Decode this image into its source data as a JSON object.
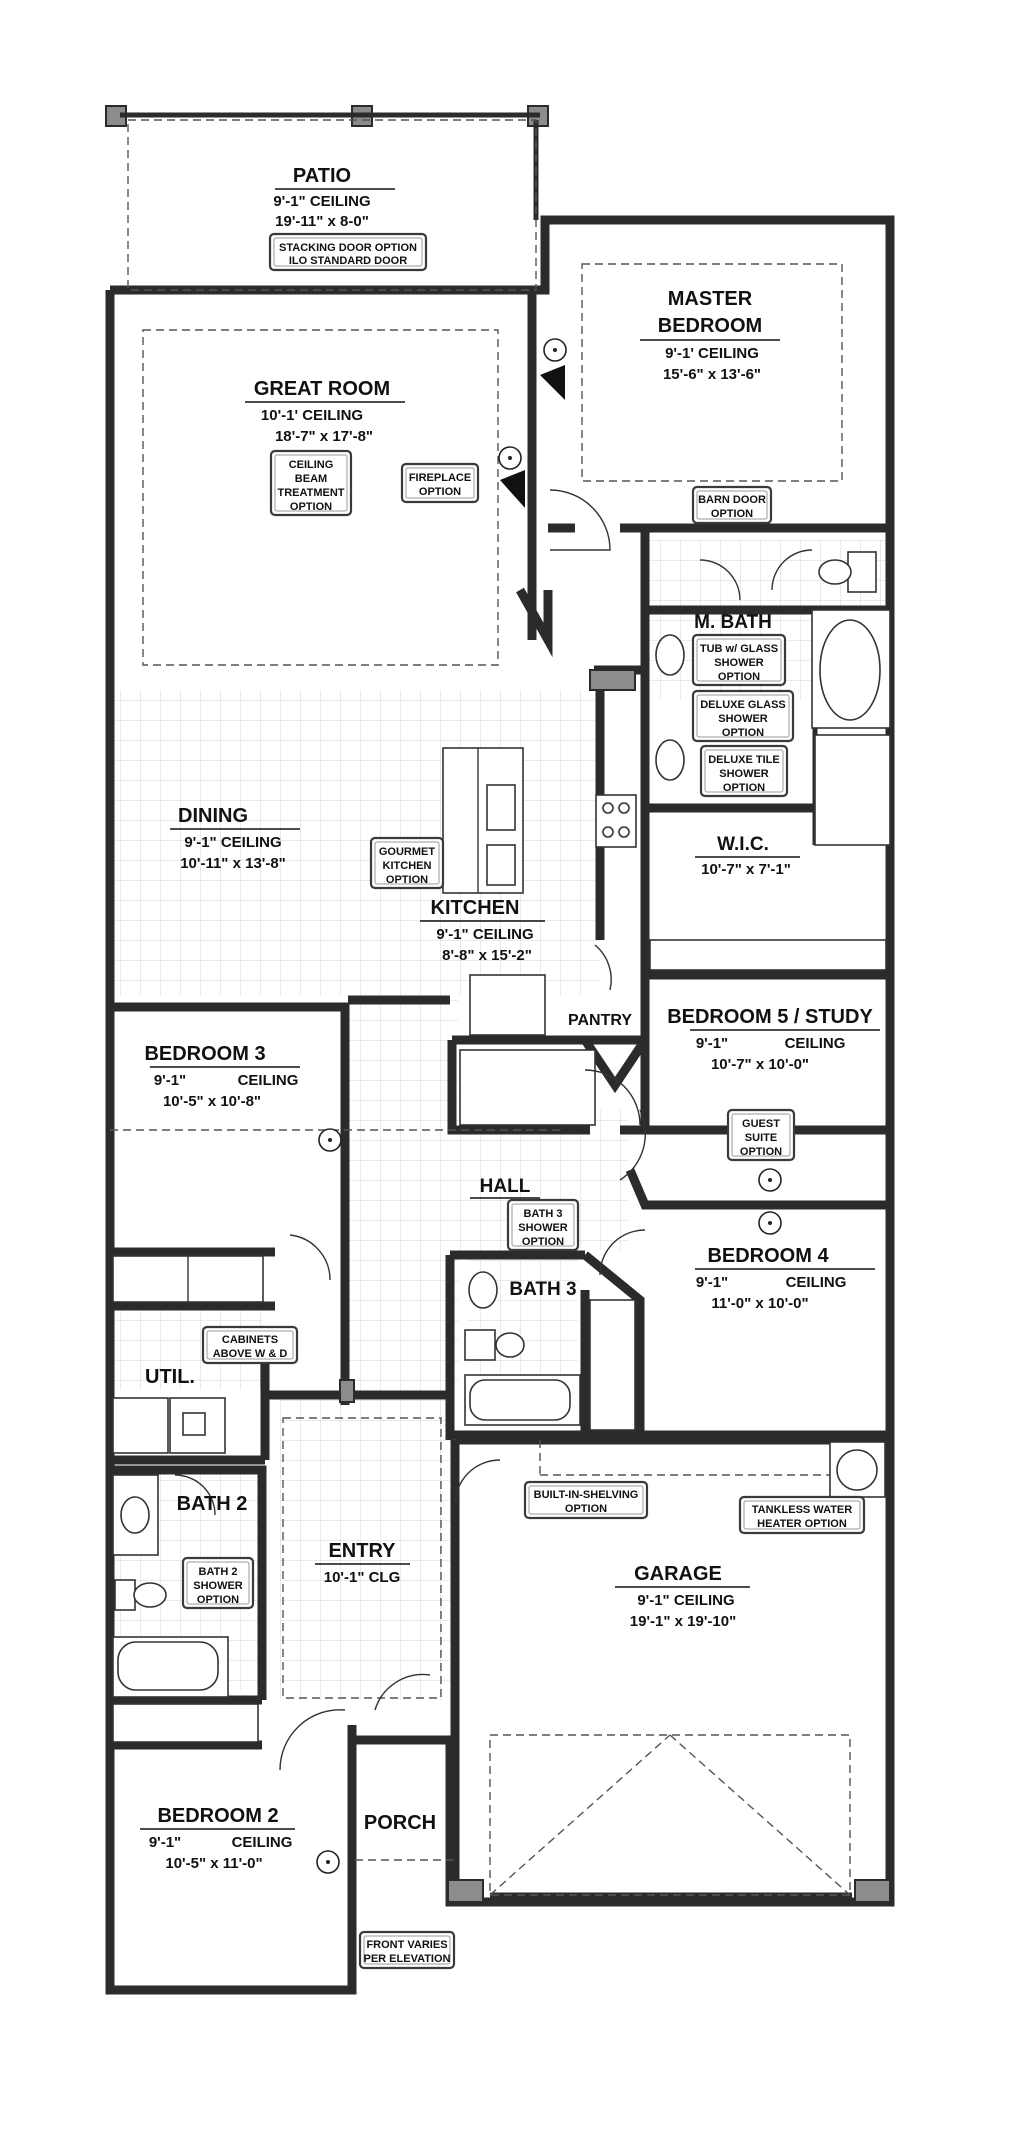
{
  "rooms": {
    "patio": {
      "name": "PATIO",
      "ceiling": "9'-1\" CEILING",
      "size": "19'-11\" x 8-0\""
    },
    "master": {
      "name1": "MASTER",
      "name2": "BEDROOM",
      "ceiling": "9'-1' CEILING",
      "size": "15'-6\" x 13'-6\""
    },
    "great": {
      "name": "GREAT ROOM",
      "ceiling": "10'-1' CEILING",
      "size": "18'-7\" x 17'-8\""
    },
    "mbath": {
      "name": "M. BATH"
    },
    "wic": {
      "name": "W.I.C.",
      "size": "10'-7\" x 7'-1\""
    },
    "dining": {
      "name": "DINING",
      "ceiling": "9'-1\" CEILING",
      "size": "10'-11\" x 13'-8\""
    },
    "kitchen": {
      "name": "KITCHEN",
      "ceiling": "9'-1\" CEILING",
      "size": "8'-8\" x 15'-2\""
    },
    "pantry": {
      "name": "PANTRY"
    },
    "bed5": {
      "name": "BEDROOM 5 / STUDY",
      "ceiling_a": "9'-1\"",
      "ceiling_b": "CEILING",
      "size": "10'-7\" x 10'-0\""
    },
    "bed3": {
      "name": "BEDROOM 3",
      "ceiling_a": "9'-1\"",
      "ceiling_b": "CEILING",
      "size": "10'-5\" x 10'-8\""
    },
    "hall": {
      "name": "HALL"
    },
    "bed4": {
      "name": "BEDROOM 4",
      "ceiling_a": "9'-1\"",
      "ceiling_b": "CEILING",
      "size": "11'-0\" x 10'-0\""
    },
    "bath3": {
      "name": "BATH 3"
    },
    "util": {
      "name": "UTIL."
    },
    "bath2": {
      "name": "BATH 2"
    },
    "entry": {
      "name": "ENTRY",
      "ceiling": "10'-1\" CLG"
    },
    "garage": {
      "name": "GARAGE",
      "ceiling": "9'-1\" CEILING",
      "size": "19'-1\" x 19'-10\""
    },
    "porch": {
      "name": "PORCH"
    },
    "bed2": {
      "name": "BEDROOM 2",
      "ceiling_a": "9'-1\"",
      "ceiling_b": "CEILING",
      "size": "10'-5\" x 11'-0\""
    }
  },
  "options": {
    "stacking_l1": "STACKING DOOR OPTION",
    "stacking_l2": "ILO STANDARD DOOR",
    "beam_l1": "CEILING",
    "beam_l2": "BEAM",
    "beam_l3": "TREATMENT",
    "beam_l4": "OPTION",
    "fireplace_l1": "FIREPLACE",
    "fireplace_l2": "OPTION",
    "barn_l1": "BARN DOOR",
    "barn_l2": "OPTION",
    "tub_l1": "TUB w/ GLASS",
    "tub_l2": "SHOWER",
    "tub_l3": "OPTION",
    "dglass_l1": "DELUXE GLASS",
    "dglass_l2": "SHOWER",
    "dglass_l3": "OPTION",
    "dtile_l1": "DELUXE TILE",
    "dtile_l2": "SHOWER",
    "dtile_l3": "OPTION",
    "gourmet_l1": "GOURMET",
    "gourmet_l2": "KITCHEN",
    "gourmet_l3": "OPTION",
    "guest_l1": "GUEST",
    "guest_l2": "SUITE",
    "guest_l3": "OPTION",
    "b3shower_l1": "BATH 3",
    "b3shower_l2": "SHOWER",
    "b3shower_l3": "OPTION",
    "cabinets_l1": "CABINETS",
    "cabinets_l2": "ABOVE W & D",
    "shelving_l1": "BUILT-IN-SHELVING",
    "shelving_l2": "OPTION",
    "tankless_l1": "TANKLESS WATER",
    "tankless_l2": "HEATER OPTION",
    "b2shower_l1": "BATH 2",
    "b2shower_l2": "SHOWER",
    "b2shower_l3": "OPTION",
    "front_l1": "FRONT VARIES",
    "front_l2": "PER ELEVATION"
  },
  "colors": {
    "wall_fill": "#8c8c8c",
    "wall_line": "#2b2b2b",
    "tile": "#d2d2d2"
  }
}
